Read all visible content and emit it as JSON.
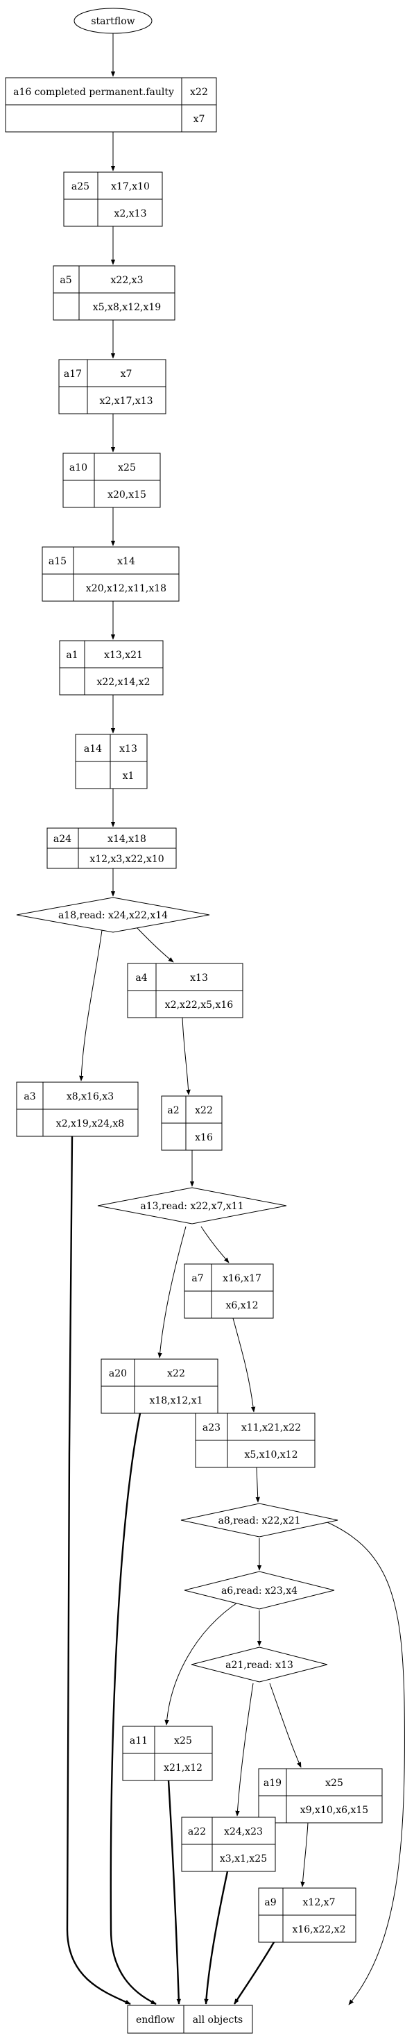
{
  "start": "startflow",
  "nodes": [
    {
      "id": "a16",
      "label": "a16 completed permanent.faulty",
      "top": "x22",
      "bottom": "x7"
    },
    {
      "id": "a25",
      "label": "a25",
      "top": "x17,x10",
      "bottom": "x2,x13"
    },
    {
      "id": "a5",
      "label": "a5",
      "top": "x22,x3",
      "bottom": "x5,x8,x12,x19"
    },
    {
      "id": "a17",
      "label": "a17",
      "top": "x7",
      "bottom": "x2,x17,x13"
    },
    {
      "id": "a10",
      "label": "a10",
      "top": "x25",
      "bottom": "x20,x15"
    },
    {
      "id": "a15",
      "label": "a15",
      "top": "x14",
      "bottom": "x20,x12,x11,x18"
    },
    {
      "id": "a1",
      "label": "a1",
      "top": "x13,x21",
      "bottom": "x22,x14,x2"
    },
    {
      "id": "a14",
      "label": "a14",
      "top": "x13",
      "bottom": "x1"
    },
    {
      "id": "a24",
      "label": "a24",
      "top": "x14,x18",
      "bottom": "x12,x3,x22,x10"
    },
    {
      "id": "a4",
      "label": "a4",
      "top": "x13",
      "bottom": "x2,x22,x5,x16"
    },
    {
      "id": "a3",
      "label": "a3",
      "top": "x8,x16,x3",
      "bottom": "x2,x19,x24,x8"
    },
    {
      "id": "a2",
      "label": "a2",
      "top": "x22",
      "bottom": "x16"
    },
    {
      "id": "a7",
      "label": "a7",
      "top": "x16,x17",
      "bottom": "x6,x12"
    },
    {
      "id": "a20",
      "label": "a20",
      "top": "x22",
      "bottom": "x18,x12,x1"
    },
    {
      "id": "a23",
      "label": "a23",
      "top": "x11,x21,x22",
      "bottom": "x5,x10,x12"
    },
    {
      "id": "a11",
      "label": "a11",
      "top": "x25",
      "bottom": "x21,x12"
    },
    {
      "id": "a19",
      "label": "a19",
      "top": "x25",
      "bottom": "x9,x10,x6,x15"
    },
    {
      "id": "a22",
      "label": "a22",
      "top": "x24,x23",
      "bottom": "x3,x1,x25"
    },
    {
      "id": "a9",
      "label": "a9",
      "top": "x12,x7",
      "bottom": "x16,x22,x2"
    }
  ],
  "decisions": [
    {
      "id": "a18",
      "label": "a18,read: x24,x22,x14"
    },
    {
      "id": "a13",
      "label": "a13,read: x22,x7,x11"
    },
    {
      "id": "a8",
      "label": "a8,read: x22,x21"
    },
    {
      "id": "a6",
      "label": "a6,read: x23,x4"
    },
    {
      "id": "a21",
      "label": "a21,read: x13"
    }
  ],
  "end": {
    "left": "endflow",
    "right": "all objects"
  }
}
